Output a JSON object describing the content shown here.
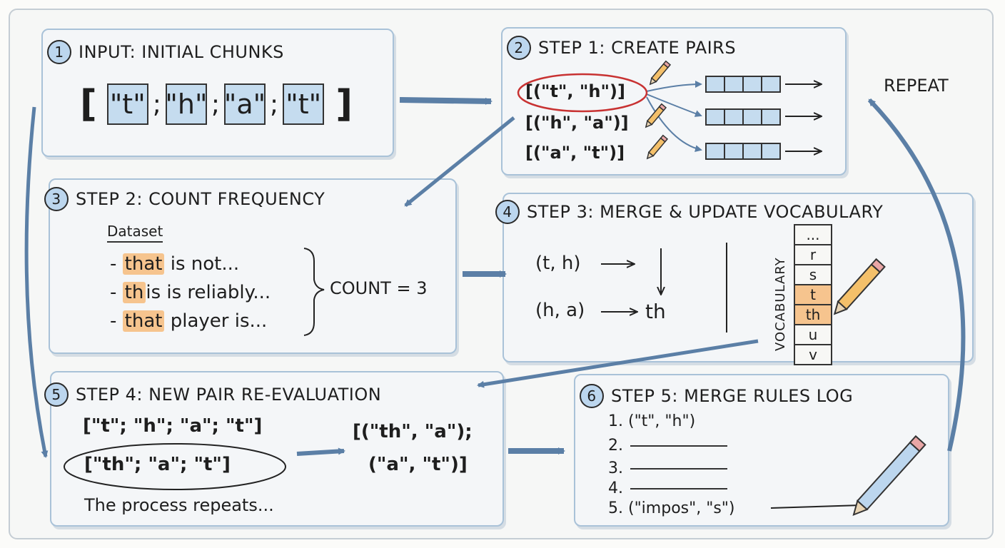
{
  "panels": {
    "p1": {
      "num": "1",
      "title": "INPUT: INITIAL CHUNKS",
      "open": "[",
      "close": "]",
      "chunks": [
        "\"t\"",
        "\"h\"",
        "\"a\"",
        "\"t\""
      ],
      "sep": ";"
    },
    "p2": {
      "num": "2",
      "title": "STEP 1: CREATE PAIRS",
      "pairs": [
        "[(\"t\", \"h\")]",
        "[(\"h\", \"a\")]",
        "[(\"a\", \"t\")]"
      ],
      "repeat": "REPEAT"
    },
    "p3": {
      "num": "3",
      "title": "STEP 2: COUNT FREQUENCY",
      "dataset_label": "Dataset",
      "lines": [
        {
          "pre": "- ",
          "hl": "that",
          "rest": " is not..."
        },
        {
          "pre": "- ",
          "hl": "th",
          "rest": "is is reliably..."
        },
        {
          "pre": "- ",
          "hl": "that",
          "rest": " player is..."
        }
      ],
      "count": "COUNT = 3"
    },
    "p4": {
      "num": "4",
      "title": "STEP 3: MERGE & UPDATE VOCABULARY",
      "pair1": "(t, h)",
      "pair2": "(h, a)",
      "merged": "th",
      "vocab_label": "VOCABULARY",
      "vocab": [
        "...",
        "r",
        "s",
        "t",
        "th",
        "u",
        "v"
      ],
      "vocab_hl": [
        3,
        4
      ]
    },
    "p5": {
      "num": "5",
      "title": "STEP 4: NEW PAIR RE-EVALUATION",
      "old": "[\"t\"; \"h\"; \"a\"; \"t\"]",
      "new": "[\"th\"; \"a\"; \"t\"]",
      "pairs_line1": "[(\"th\", \"a\");",
      "pairs_line2": "(\"a\", \"t\")]",
      "note": "The process repeats..."
    },
    "p6": {
      "num": "6",
      "title": "STEP 5: MERGE RULES LOG",
      "rules": [
        "1. (\"t\", \"h\")",
        "2.",
        "3.",
        "4.",
        "5. (\"impos\", \"s\")"
      ]
    }
  },
  "colors": {
    "accent": "#c5dcef",
    "highlight": "#f6c48e",
    "arrow": "#5b7fa6",
    "circle": "#c83232"
  }
}
